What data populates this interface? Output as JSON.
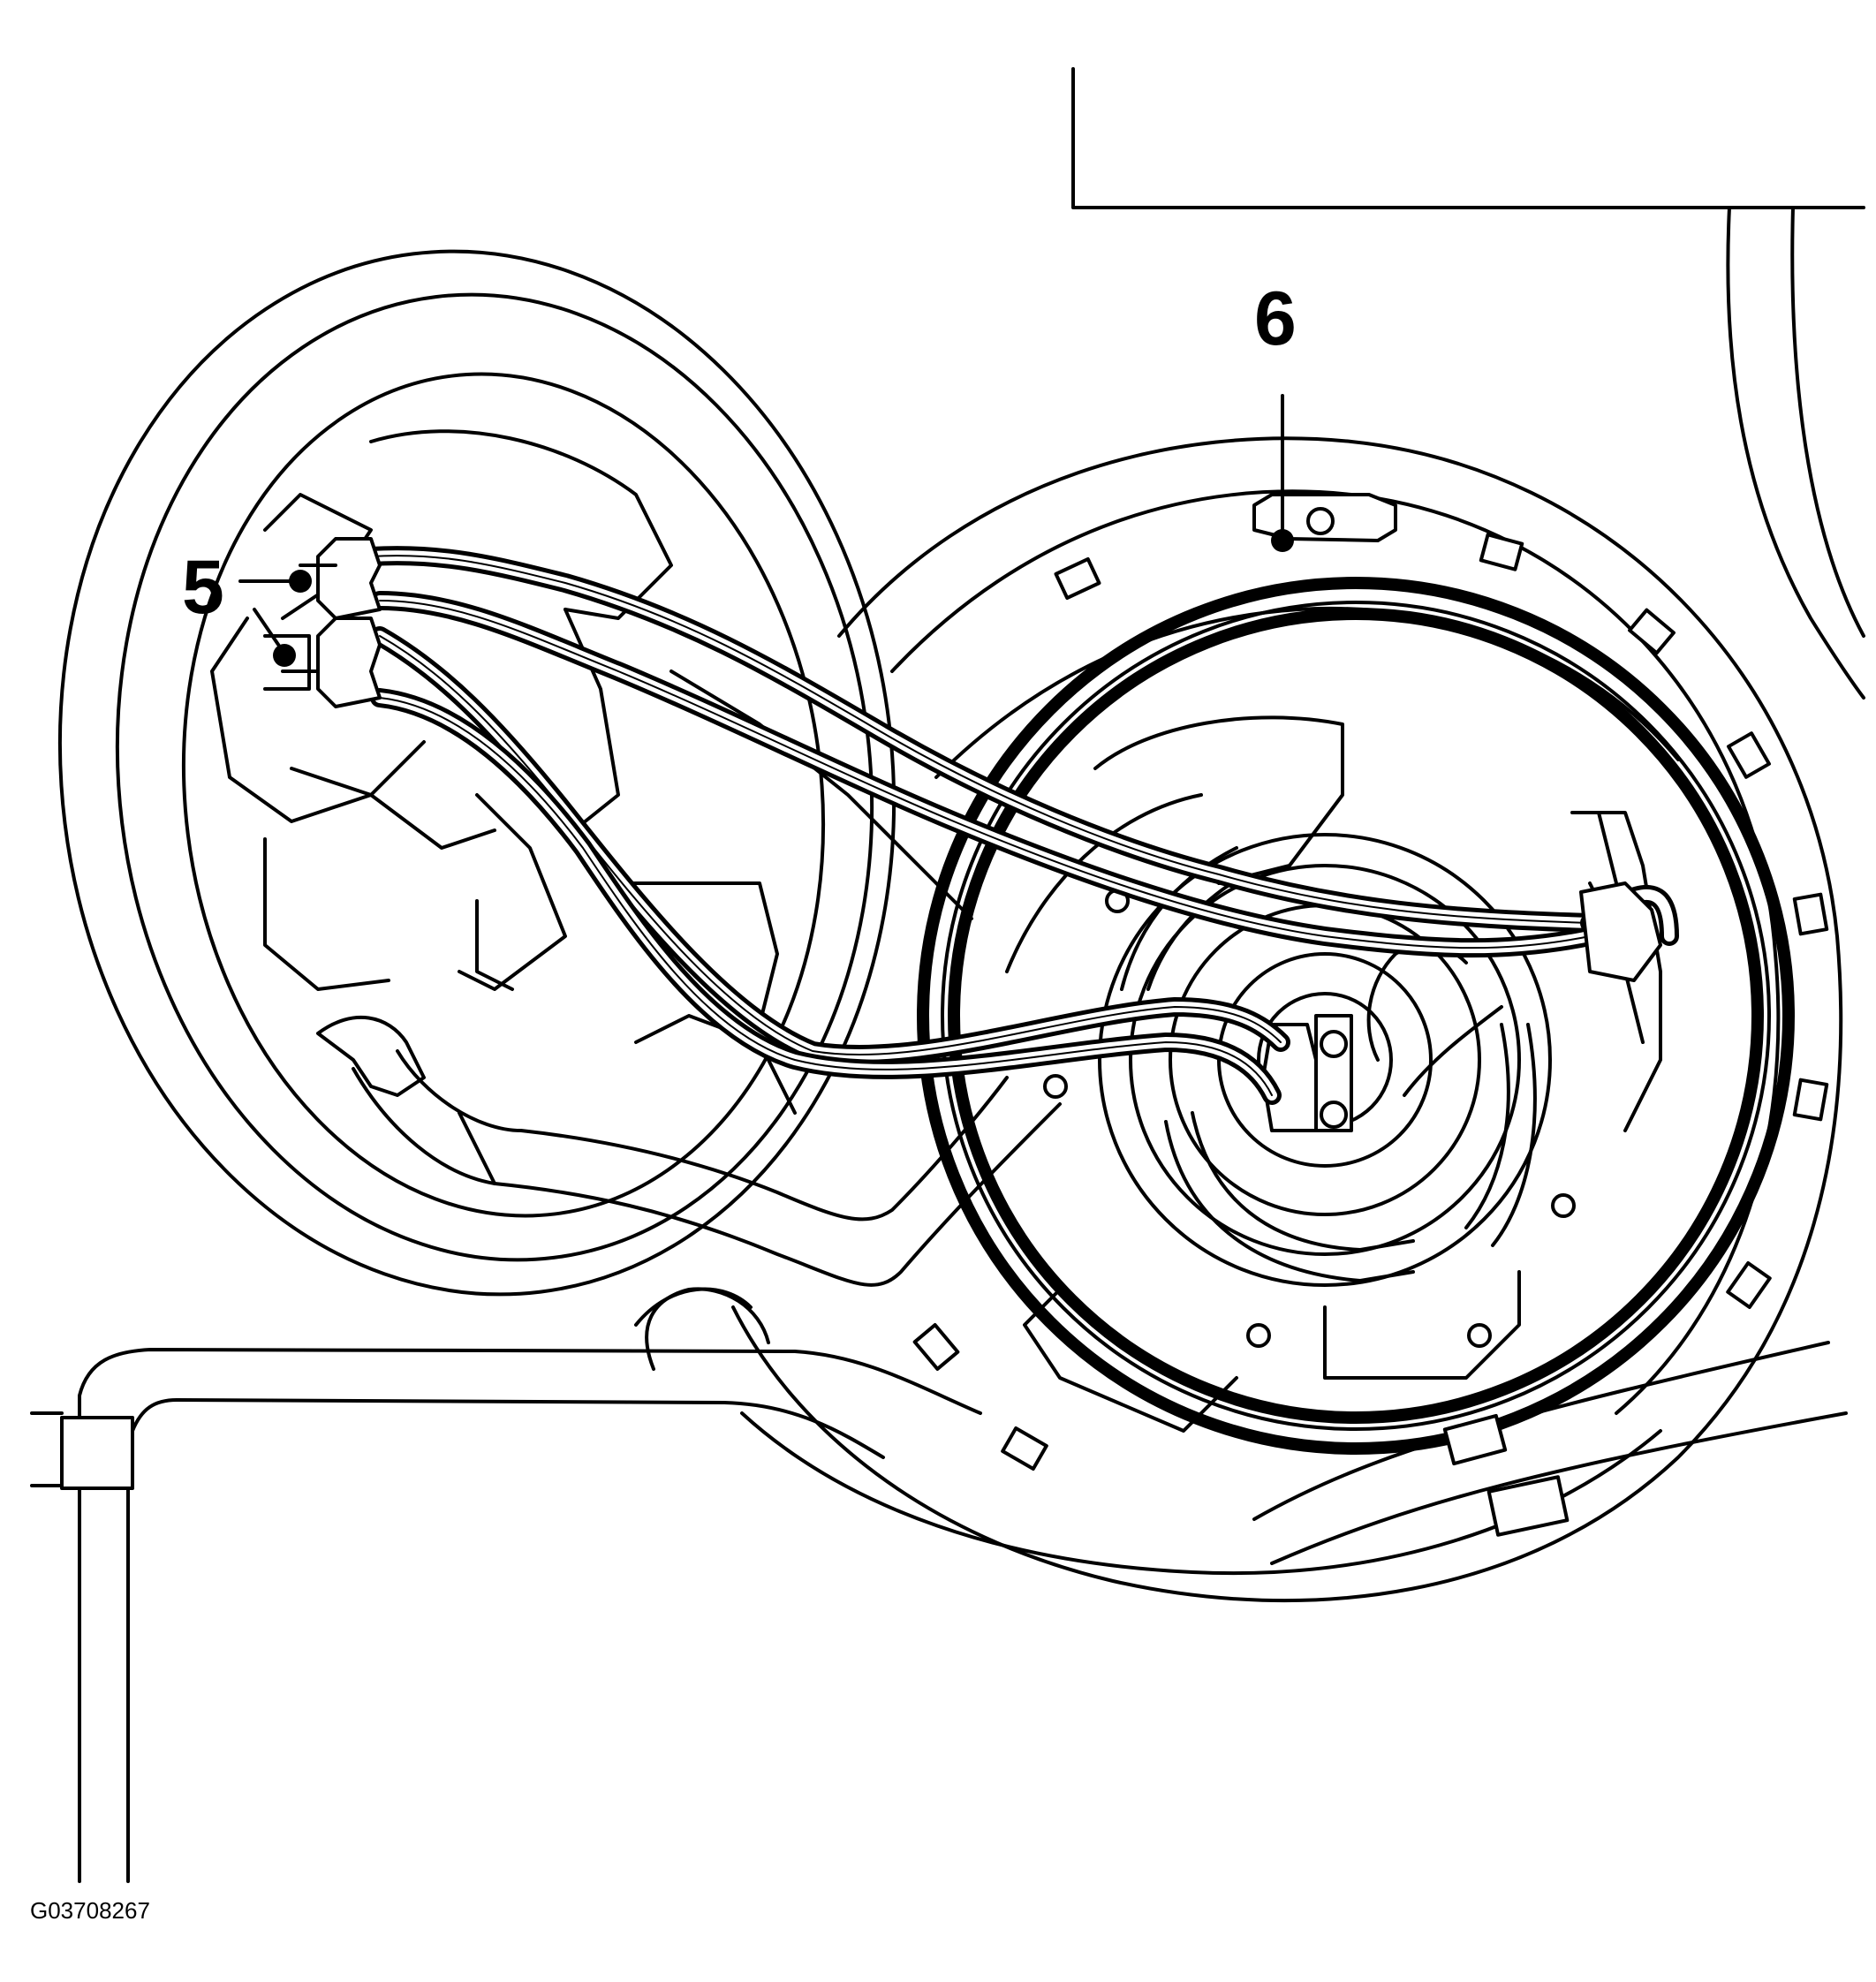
{
  "callouts": {
    "five": "5",
    "six": "6"
  },
  "figure_id": "G03708267",
  "colors": {
    "line": "#000000",
    "background": "#ffffff"
  }
}
